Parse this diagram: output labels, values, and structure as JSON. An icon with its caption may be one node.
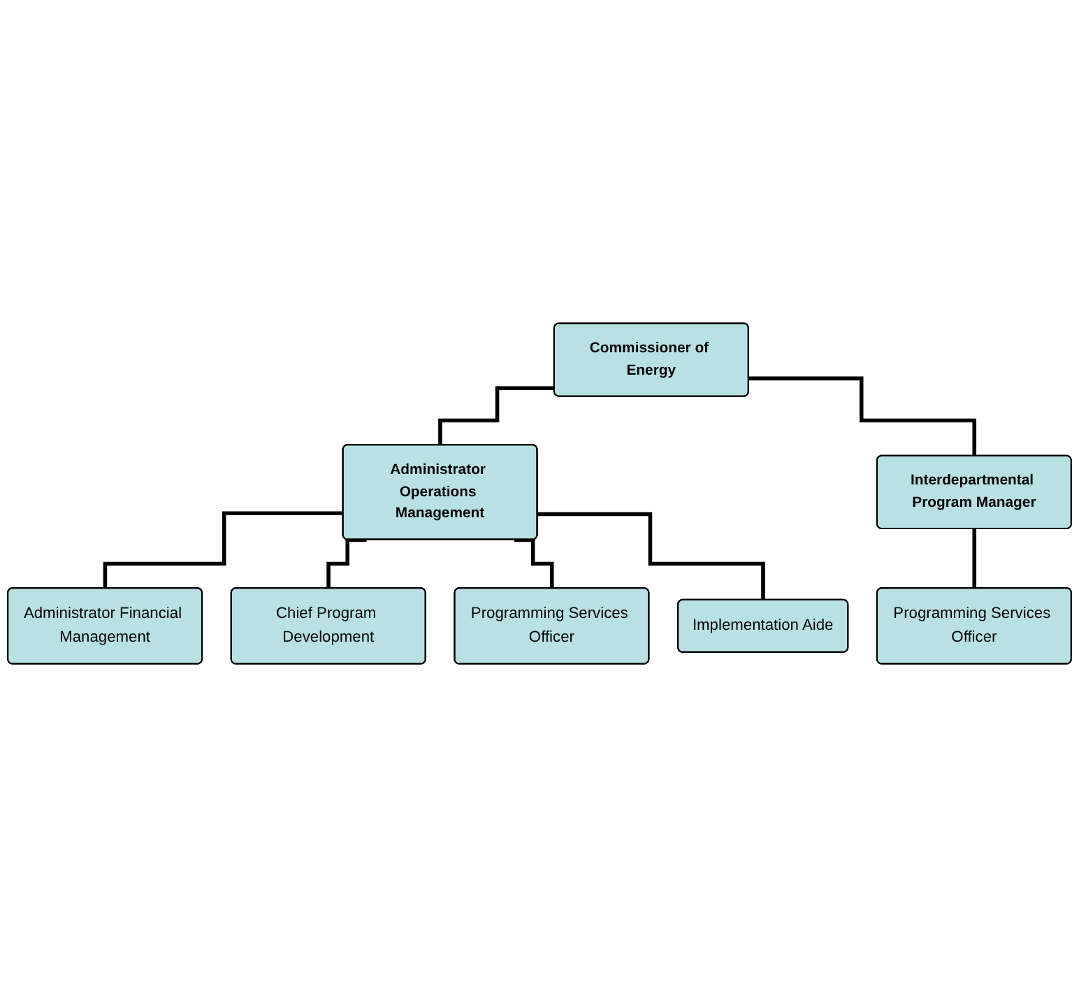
{
  "diagram": {
    "nodes": [
      {
        "text": [
          "Commissioner of Energy"
        ]
      },
      {
        "text": [
          "Administrator Operations Management"
        ]
      },
      {
        "text": [
          "Interdepartmental Program Manager"
        ]
      },
      {
        "text": [
          "Administrator Financial Management"
        ]
      },
      {
        "text": [
          "Programming Services Officer"
        ]
      },
      {
        "text": [
          "Chief Program Development"
        ]
      },
      {
        "text": [
          "Programming Services Officer"
        ]
      },
      {
        "text": [
          "Implementation Aide"
        ]
      }
    ],
    "edges": [
      {
        "from": 0,
        "to": 1,
        "arrow": "none"
      },
      {
        "from": 0,
        "to": 2,
        "arrow": "none"
      },
      {
        "from": 2,
        "to": 4,
        "arrow": "none"
      },
      {
        "from": 1,
        "to": 3,
        "arrow": "none"
      },
      {
        "from": 1,
        "to": 5,
        "arrow": "none"
      },
      {
        "from": 1,
        "to": 6,
        "arrow": "none"
      },
      {
        "from": 1,
        "to": 7,
        "arrow": "none"
      }
    ]
  }
}
